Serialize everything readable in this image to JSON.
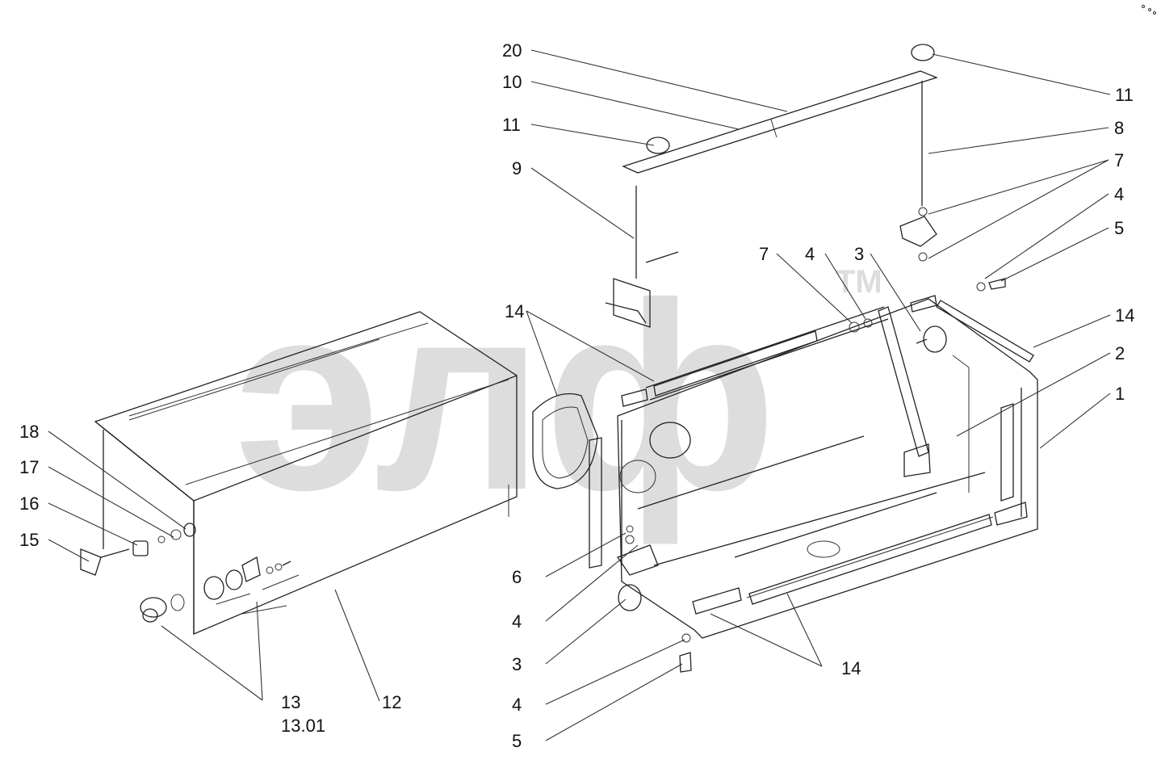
{
  "watermark": {
    "brand": "элф",
    "trademark": "TM"
  },
  "callouts": [
    {
      "id": "c20",
      "text": "20"
    },
    {
      "id": "c10",
      "text": "10"
    },
    {
      "id": "c11a",
      "text": "11"
    },
    {
      "id": "c9",
      "text": "9"
    },
    {
      "id": "c11b",
      "text": "11"
    },
    {
      "id": "c8",
      "text": "8"
    },
    {
      "id": "c7a",
      "text": "7"
    },
    {
      "id": "c4a",
      "text": "4"
    },
    {
      "id": "c5a",
      "text": "5"
    },
    {
      "id": "c7b",
      "text": "7"
    },
    {
      "id": "c4b",
      "text": "4"
    },
    {
      "id": "c3a",
      "text": "3"
    },
    {
      "id": "c14a",
      "text": "14"
    },
    {
      "id": "c14b",
      "text": "14"
    },
    {
      "id": "c2",
      "text": "2"
    },
    {
      "id": "c1",
      "text": "1"
    },
    {
      "id": "c18",
      "text": "18"
    },
    {
      "id": "c17",
      "text": "17"
    },
    {
      "id": "c16",
      "text": "16"
    },
    {
      "id": "c15",
      "text": "15"
    },
    {
      "id": "c6",
      "text": "6"
    },
    {
      "id": "c4c",
      "text": "4"
    },
    {
      "id": "c3b",
      "text": "3"
    },
    {
      "id": "c4d",
      "text": "4"
    },
    {
      "id": "c5b",
      "text": "5"
    },
    {
      "id": "c14c",
      "text": "14"
    },
    {
      "id": "c13",
      "text": "13"
    },
    {
      "id": "c1301",
      "text": "13.01"
    },
    {
      "id": "c12",
      "text": "12"
    }
  ]
}
